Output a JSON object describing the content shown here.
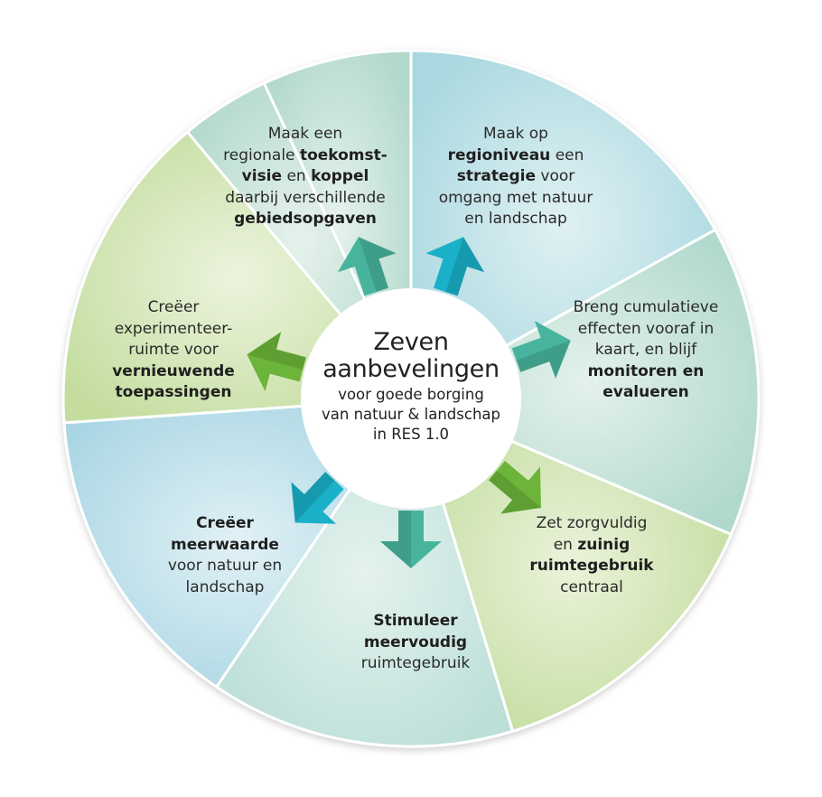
{
  "center": {
    "title_line1": "Zeven",
    "title_line2": "aanbevelingen",
    "sub_line1": "voor goede borging",
    "sub_line2": "van natuur & landschap",
    "sub_line3": "in RES 1.0"
  },
  "segments": [
    {
      "id": "top-left",
      "lines": [
        [
          {
            "t": "Maak een",
            "b": false
          }
        ],
        [
          {
            "t": "regionale ",
            "b": false
          },
          {
            "t": "toekomst-",
            "b": true
          }
        ],
        [
          {
            "t": "visie",
            "b": true
          },
          {
            "t": " en ",
            "b": false
          },
          {
            "t": "koppel",
            "b": true
          }
        ],
        [
          {
            "t": "daarbij verschillende",
            "b": false
          }
        ],
        [
          {
            "t": "gebiedsopgaven",
            "b": true
          }
        ]
      ]
    },
    {
      "id": "top-right",
      "lines": [
        [
          {
            "t": "Maak op",
            "b": false
          }
        ],
        [
          {
            "t": "regioniveau",
            "b": true
          },
          {
            "t": " een",
            "b": false
          }
        ],
        [
          {
            "t": "strategie",
            "b": true
          },
          {
            "t": " voor",
            "b": false
          }
        ],
        [
          {
            "t": "omgang met natuur",
            "b": false
          }
        ],
        [
          {
            "t": "en landschap",
            "b": false
          }
        ]
      ]
    },
    {
      "id": "right",
      "lines": [
        [
          {
            "t": "Breng cumulatieve",
            "b": false
          }
        ],
        [
          {
            "t": "effecten vooraf in",
            "b": false
          }
        ],
        [
          {
            "t": "kaart, en blijf",
            "b": false
          }
        ],
        [
          {
            "t": "monitoren en",
            "b": true
          }
        ],
        [
          {
            "t": "evalueren",
            "b": true
          }
        ]
      ]
    },
    {
      "id": "bottom-right",
      "lines": [
        [
          {
            "t": "Zet zorgvuldig",
            "b": false
          }
        ],
        [
          {
            "t": "en ",
            "b": false
          },
          {
            "t": "zuinig",
            "b": true
          }
        ],
        [
          {
            "t": "ruimtegebruik",
            "b": true
          }
        ],
        [
          {
            "t": "centraal",
            "b": false
          }
        ]
      ]
    },
    {
      "id": "bottom",
      "lines": [
        [
          {
            "t": "Stimuleer",
            "b": true
          }
        ],
        [
          {
            "t": "meervoudig",
            "b": true
          }
        ],
        [
          {
            "t": "ruimtegebruik",
            "b": false
          }
        ]
      ]
    },
    {
      "id": "bottom-left",
      "lines": [
        [
          {
            "t": "Creëer",
            "b": true
          }
        ],
        [
          {
            "t": "meerwaarde",
            "b": true
          }
        ],
        [
          {
            "t": "voor natuur en",
            "b": false
          }
        ],
        [
          {
            "t": "landschap",
            "b": false
          }
        ]
      ]
    },
    {
      "id": "left",
      "lines": [
        [
          {
            "t": "Creëer",
            "b": false
          }
        ],
        [
          {
            "t": "experimenteer-",
            "b": false
          }
        ],
        [
          {
            "t": "ruimte voor",
            "b": false
          }
        ],
        [
          {
            "t": "vernieuwende",
            "b": true
          }
        ],
        [
          {
            "t": "toepassingen",
            "b": true
          }
        ]
      ]
    }
  ],
  "colors": {
    "seg_top_left": "#bfe0d4",
    "seg_top_right": "#bde2e6",
    "seg_right": "#c6e4dc",
    "seg_bottom_right": "#d3e6b7",
    "seg_bottom": "#cfe7e3",
    "seg_bottom_left": "#c3e3ec",
    "seg_left": "#d5e8bb",
    "arrow_teal": "#48b49d",
    "arrow_cyan": "#1ab0c8",
    "arrow_green": "#6cb43a"
  }
}
